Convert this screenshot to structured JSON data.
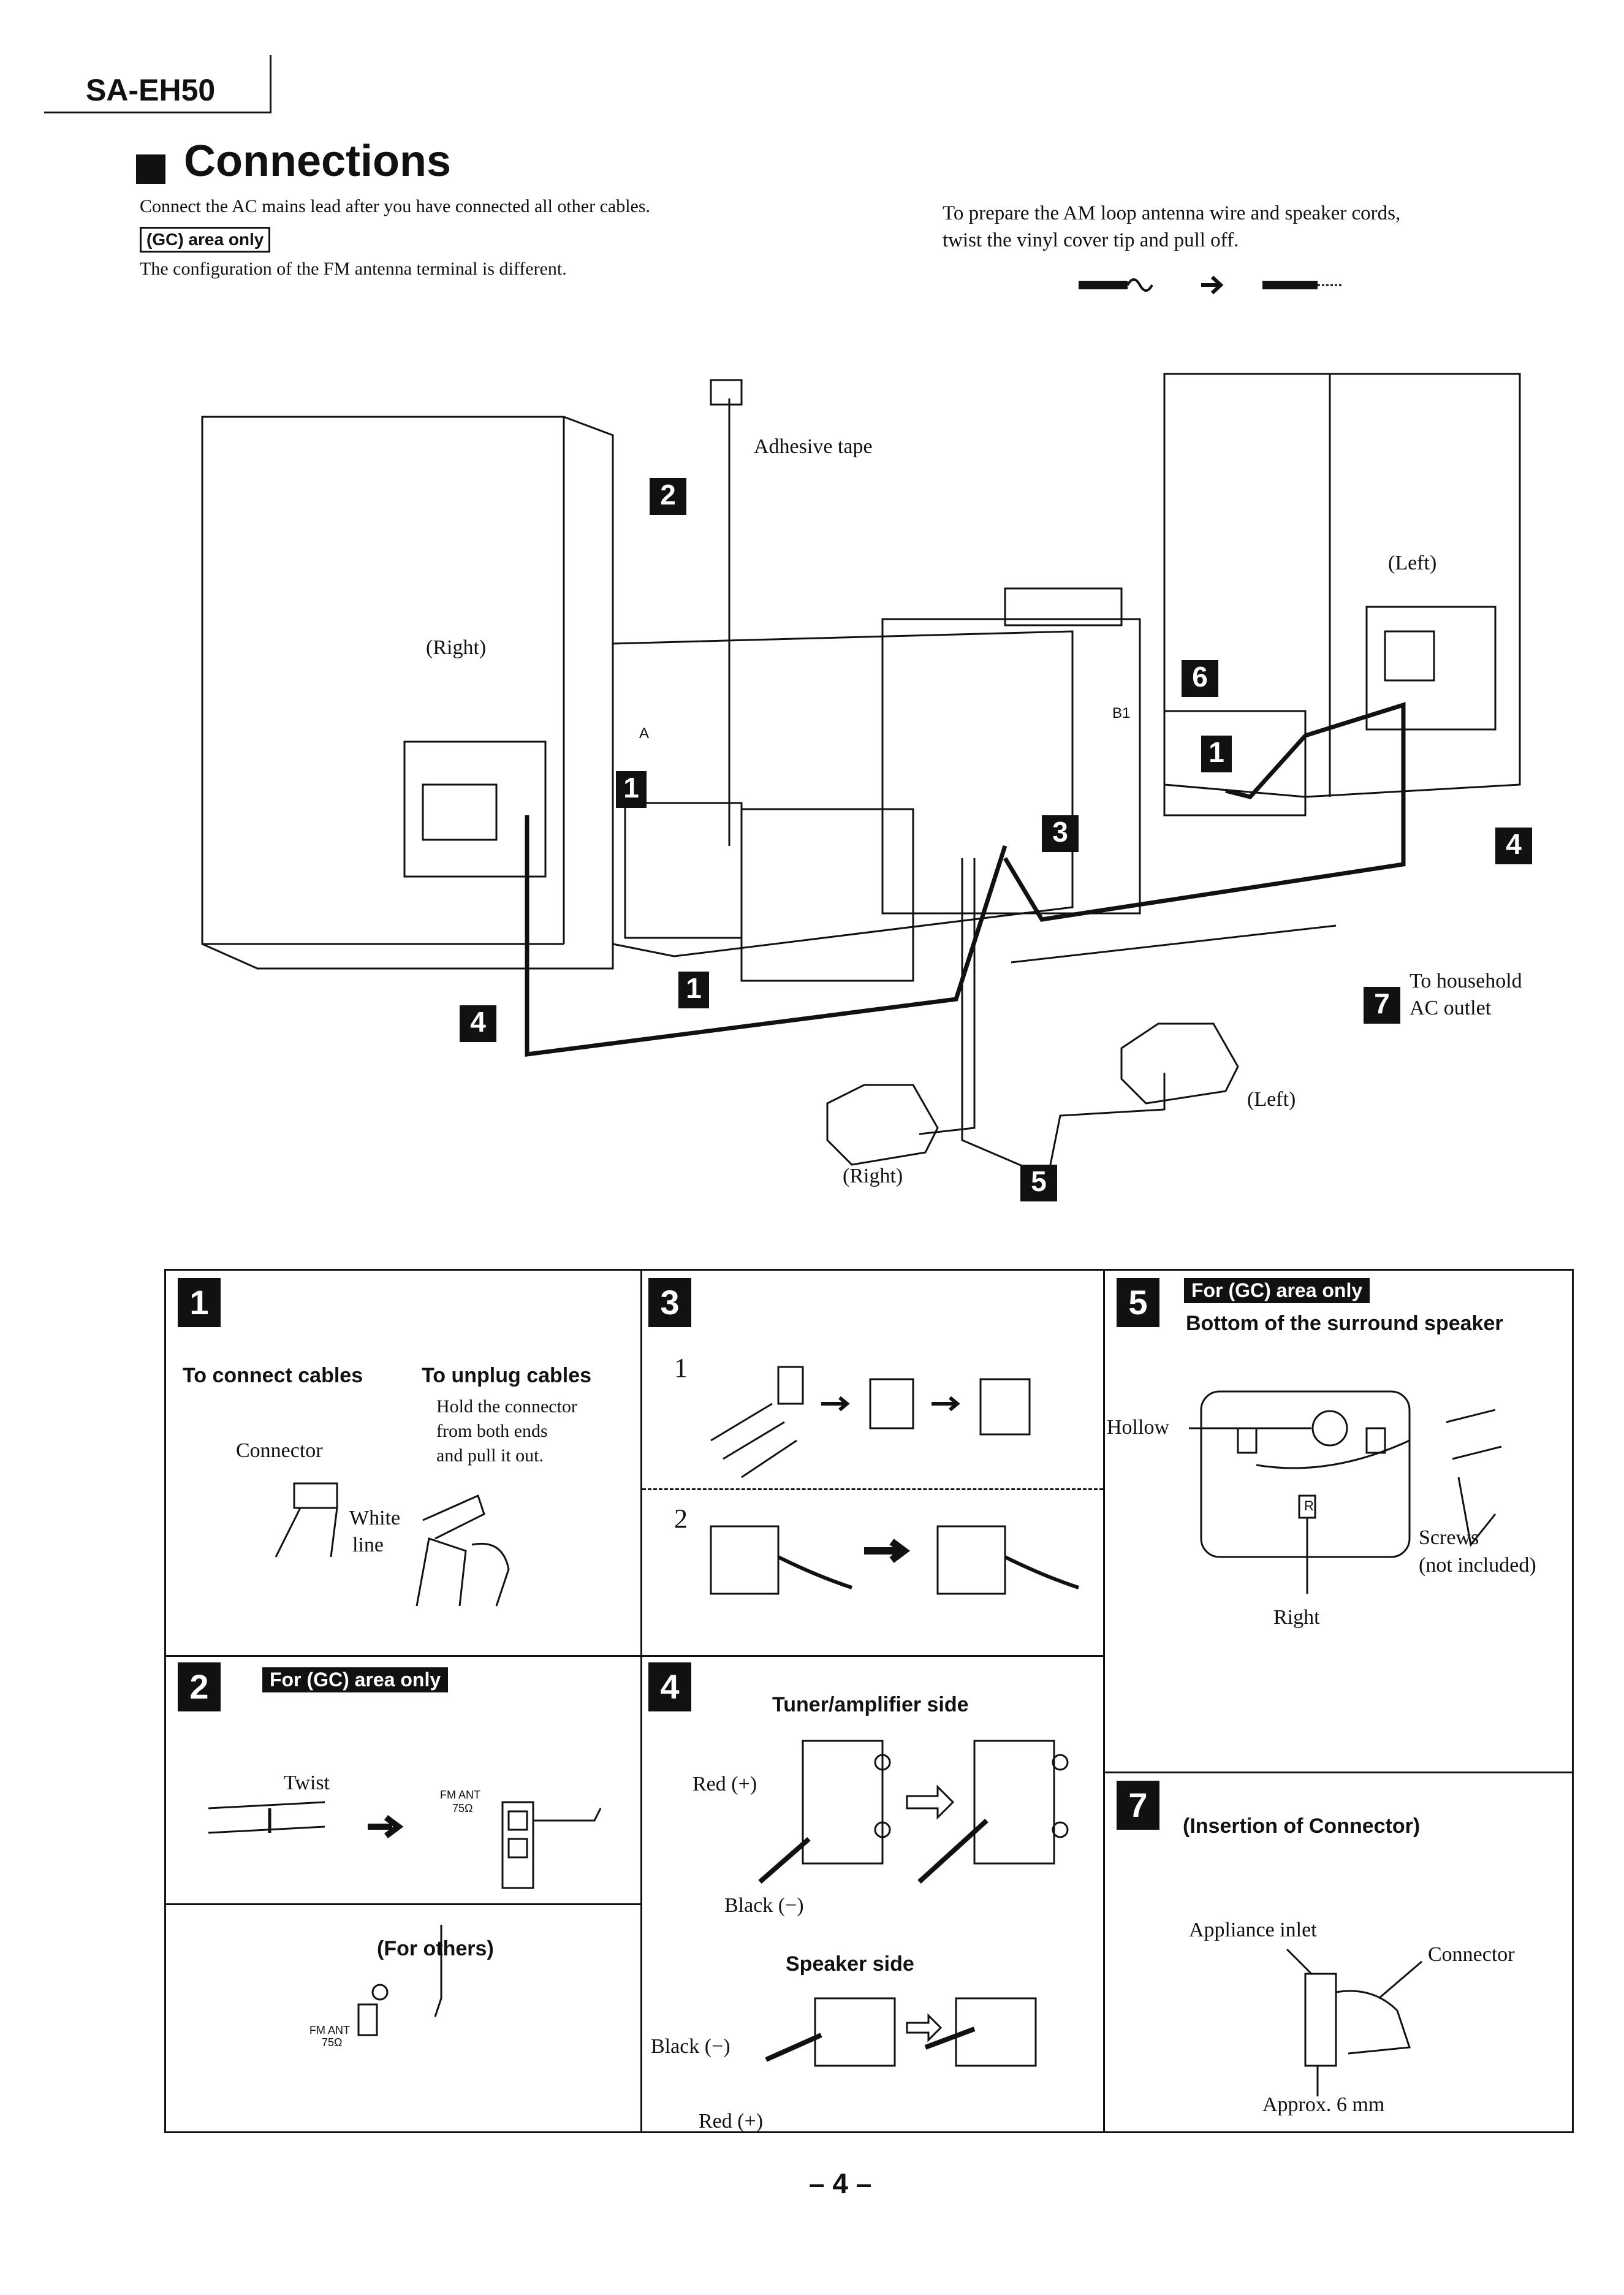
{
  "header": {
    "model": "SA-EH50"
  },
  "section": {
    "title": "Connections",
    "intro": "Connect the AC mains lead after you have connected all other cables.",
    "gc_badge": "(GC) area only",
    "gc_note": "The configuration of the FM antenna terminal is different.",
    "prep_line1": "To prepare the AM loop antenna wire and speaker cords,",
    "prep_line2": "twist the vinyl cover tip and pull off."
  },
  "diagram": {
    "adhesive_tape": "Adhesive tape",
    "right_speaker": "(Right)",
    "left_speaker": "(Left)",
    "to_household": "To household",
    "ac_outlet": "AC outlet",
    "left_surround": "(Left)",
    "right_surround": "(Right)",
    "terminal_a": "A",
    "terminal_b1": "B1",
    "markers": [
      "1",
      "2",
      "3",
      "4",
      "5",
      "6",
      "7"
    ]
  },
  "panels": {
    "p1": {
      "num": "1",
      "to_connect": "To connect cables",
      "to_unplug": "To unplug cables",
      "hold1": "Hold the connector",
      "hold2": "from both ends",
      "hold3": "and pull it out.",
      "connector": "Connector",
      "white": "White",
      "line": "line"
    },
    "p2": {
      "num": "2",
      "gc": "For (GC) area only",
      "twist": "Twist",
      "fm_ant": "FM ANT",
      "ohm": "75Ω",
      "others": "(For others)"
    },
    "p3": {
      "num": "3",
      "step1": "1",
      "step2": "2"
    },
    "p4": {
      "num": "4",
      "tuner_side": "Tuner/amplifier side",
      "red_plus": "Red (+)",
      "black_minus": "Black (−)",
      "speaker_side": "Speaker side",
      "black_minus2": "Black (−)",
      "red_plus2": "Red (+)"
    },
    "p5": {
      "num": "5",
      "gc": "For (GC) area only",
      "bottom": "Bottom of the surround speaker",
      "hollow": "Hollow",
      "screws": "Screws",
      "not_included": "(not included)",
      "right": "Right",
      "r_mark": "R"
    },
    "p7": {
      "num": "7",
      "insertion": "(Insertion of Connector)",
      "appliance": "Appliance inlet",
      "connector": "Connector",
      "approx": "Approx. 6 mm"
    }
  },
  "footer": {
    "page": "– 4 –"
  }
}
